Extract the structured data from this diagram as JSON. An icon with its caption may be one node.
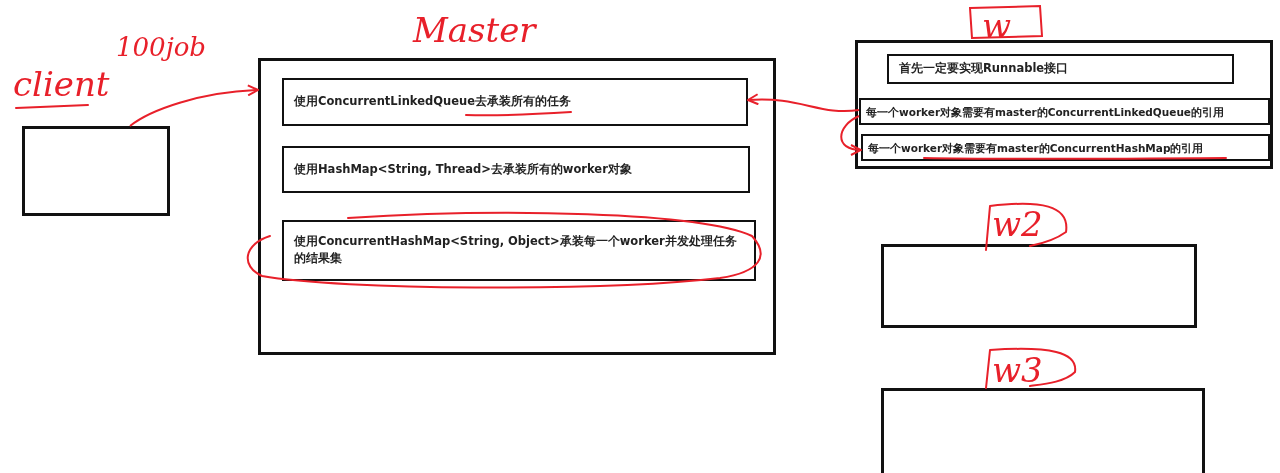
{
  "diagram": {
    "nodes": [
      {
        "text": [
          "client"
        ]
      },
      {
        "text": [
          "Master"
        ]
      },
      {
        "text": [
          "使用ConcurrentLinkedQueue去承装所有的任务"
        ],
        "in": 1
      },
      {
        "text": [
          "使用HashMap<String, Thread>去承装所有的worker对象"
        ],
        "in": 1
      },
      {
        "text": [
          "使用ConcurrentHashMap<String, Object>承装每一个worker并发处理任务的结果集"
        ],
        "in": 1
      },
      {
        "text": [
          "w"
        ]
      },
      {
        "text": [
          "首先一定要实现Runnable接口"
        ],
        "in": 5
      },
      {
        "text": [
          "每一个worker对象需要有master的ConcurrentLinkedQueue的引用"
        ],
        "in": 5
      },
      {
        "text": [
          "每一个worker对象需要有master的ConcurrentHashMap的引用"
        ],
        "in": 5
      },
      {
        "text": [
          "w2"
        ]
      },
      {
        "text": [
          "w3"
        ]
      }
    ],
    "edges": [
      {
        "from": 0,
        "to": 1,
        "arrow": "to",
        "label": "100job"
      },
      {
        "from": 7,
        "to": 2,
        "arrow": "to"
      },
      {
        "from": 7,
        "to": 8,
        "arrow": "to"
      }
    ]
  }
}
